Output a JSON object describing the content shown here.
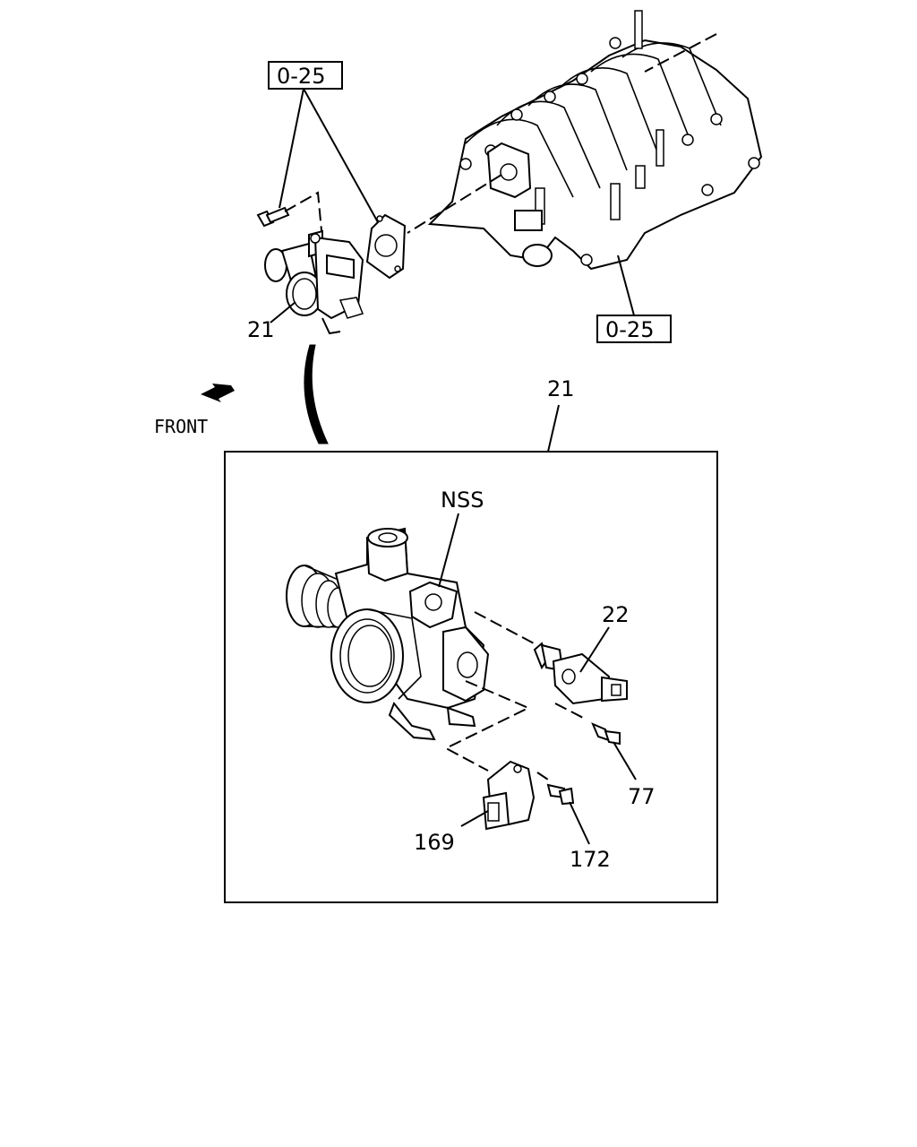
{
  "refs": {
    "top_ref": "0-25",
    "bottom_ref": "0-25"
  },
  "labels": {
    "throttle_body_top": "21",
    "detail_box": "21",
    "nss": "NSS",
    "idle_air_control_valve": "22",
    "bolt_77": "77",
    "throttle_position_sensor": "169",
    "screw_172": "172",
    "front": "FRONT"
  },
  "icons": {
    "front_arrow": "arrow-down-left-icon"
  }
}
